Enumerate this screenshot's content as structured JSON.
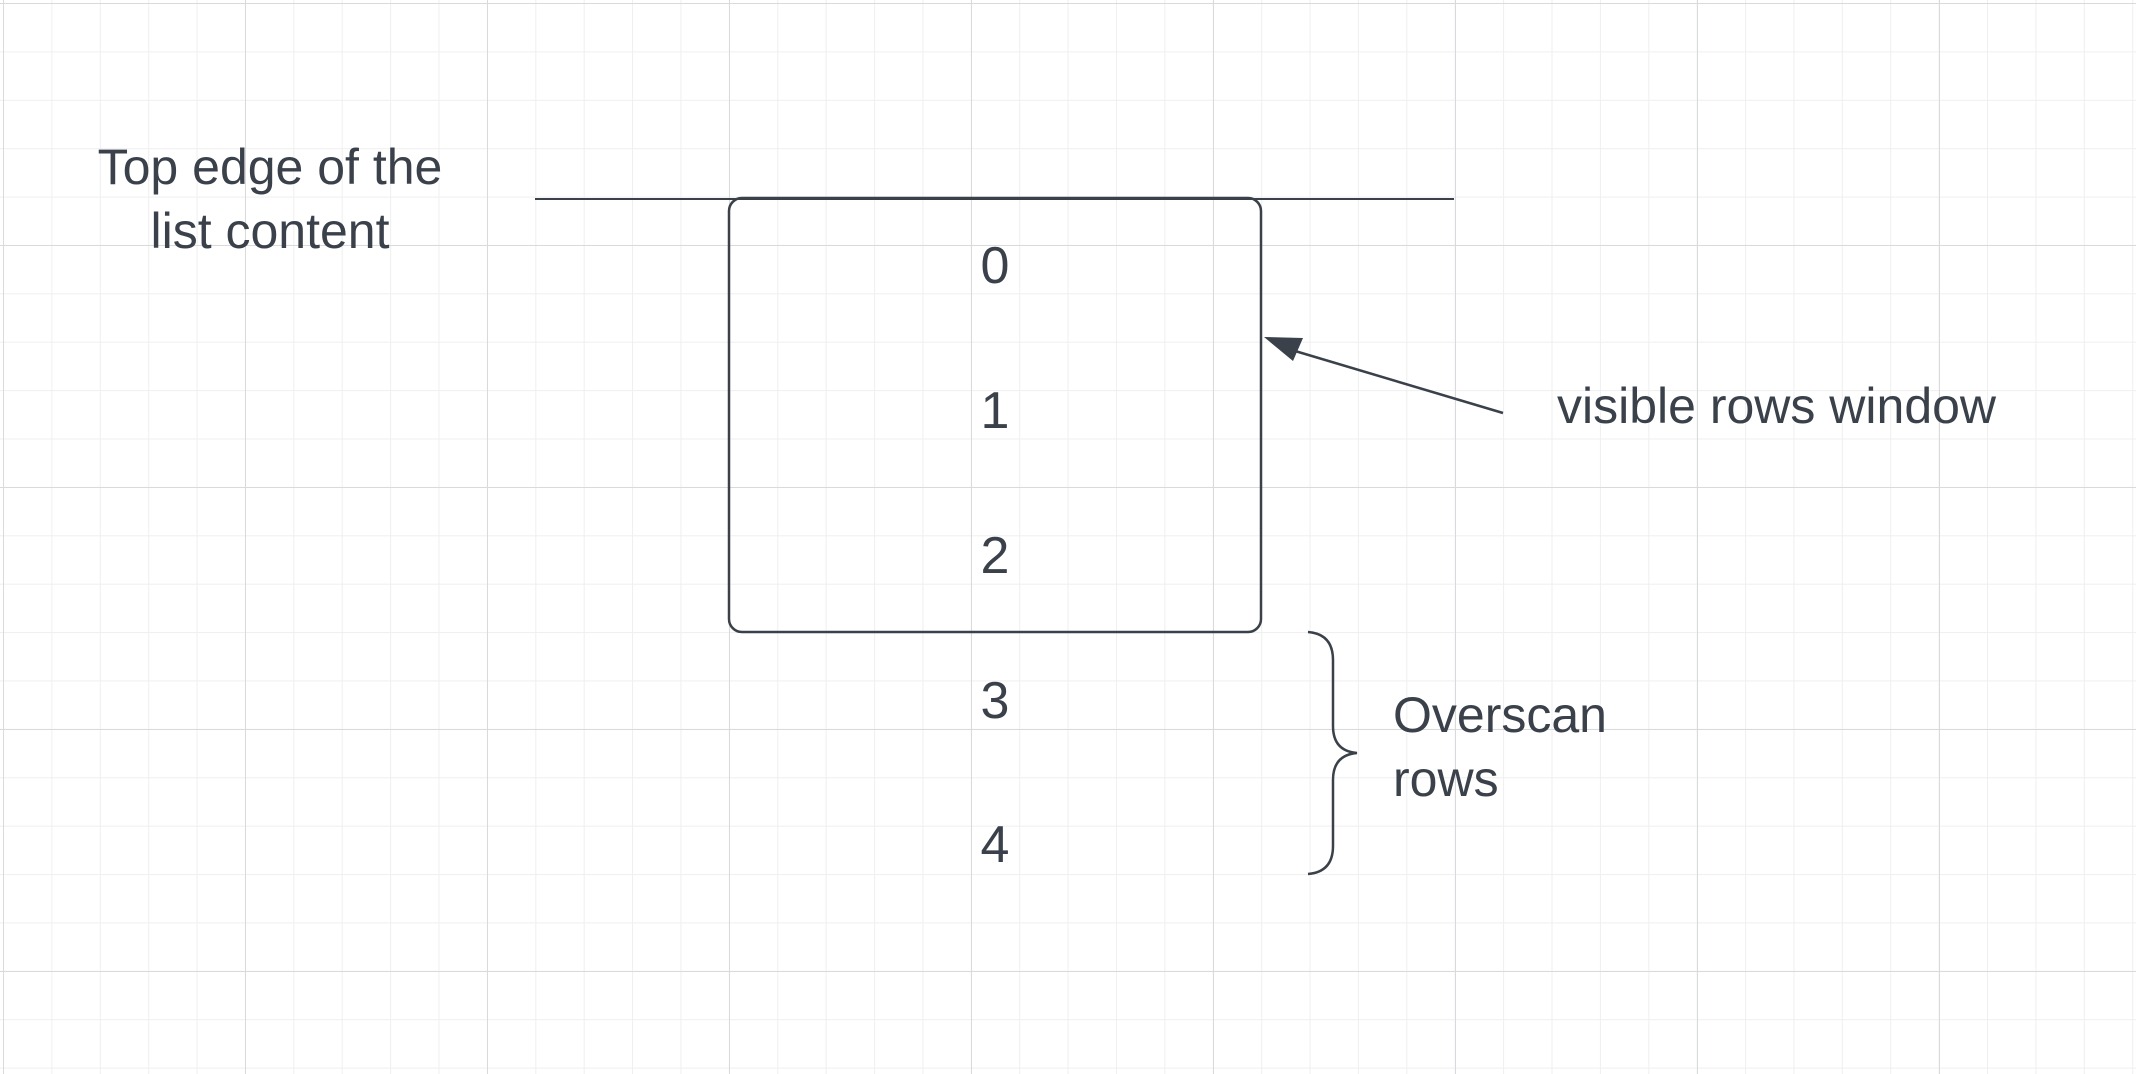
{
  "diagram": {
    "top_edge_label": "Top edge of the list content",
    "visible_window_label": "visible rows window",
    "overscan_label": "Overscan rows",
    "rows": [
      "0",
      "1",
      "2",
      "3",
      "4"
    ],
    "colors": {
      "stroke": "#3a414a",
      "text": "#3a414a",
      "grid_major": "#d9dadb",
      "grid_minor": "#efefef",
      "background": "#ffffff"
    }
  }
}
